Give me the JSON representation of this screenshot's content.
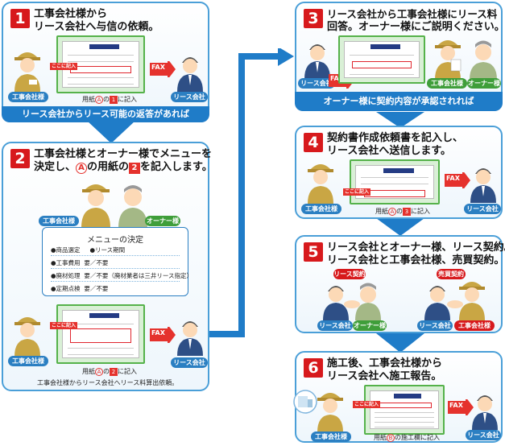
{
  "steps": [
    {
      "number": "1",
      "title_line1": "工事会社様から",
      "title_line2": "リース会社へ与信の依頼。"
    },
    {
      "number": "2",
      "title_line1": "工事会社様とオーナー様でメニューを",
      "title_line2": "決定し、",
      "title_line2_circle": "A",
      "title_line2_mid": "の用紙の",
      "title_line2_box": "2",
      "title_line2_end": "を記入します。"
    },
    {
      "number": "3",
      "title_line1": "リース会社から工事会社様にリース料",
      "title_line2": "回答。オーナー様にご説明ください。"
    },
    {
      "number": "4",
      "title_line1": "契約書作成依頼書を記入し、",
      "title_line2": "リース会社へ送信します。"
    },
    {
      "number": "5",
      "title_line1": "リース会社とオーナー様、リース契約。",
      "title_line2": "リース会社と工事会社様、売買契約。"
    },
    {
      "number": "6",
      "title_line1": "施工後、工事会社様から",
      "title_line2": "リース会社へ施工報告。"
    }
  ],
  "bands": {
    "step1": "リース会社からリース可能の返答があれば",
    "step3": "オーナー様に契約内容が承認されれば"
  },
  "labels": {
    "contractor": "工事会社様",
    "lease_company": "リース会社",
    "owner": "オーナー様",
    "fax": "FAX",
    "write_here": "ここに記入",
    "lease_contract": "リース契約",
    "sales_contract": "売買契約"
  },
  "captions": {
    "step1": {
      "pre": "用紙",
      "circle": "A",
      "mid": "の",
      "box": "1",
      "post": "に記入"
    },
    "step2": {
      "pre": "用紙",
      "circle": "A",
      "mid": "の",
      "box": "2",
      "post": "に記入"
    },
    "step2_note": "工事会社様からリース会社へリース料算出依頼。",
    "step4": {
      "pre": "用紙",
      "circle": "A",
      "mid": "の",
      "box": "3",
      "post": "に記入"
    },
    "step6": {
      "pre": "用紙",
      "circle": "B",
      "mid": "の",
      "box": "",
      "post": "施工欄に記入"
    }
  },
  "menu": {
    "title": "メニューの決定",
    "rows": [
      {
        "a": "●商品選定",
        "b": "●リース期間",
        "c": ""
      },
      {
        "a": "●工事費用",
        "b": "要",
        "c": "不要"
      },
      {
        "a": "●廃材処理",
        "b": "要",
        "c": "不要（廃材業者は三井リース指定）"
      },
      {
        "a": "●定期点検",
        "b": "要",
        "c": "不要"
      }
    ]
  },
  "colors": {
    "frame": "#4a9fd8",
    "band": "#1f7cc8",
    "accent": "#d7191c",
    "arrow": "#1f7cc8",
    "doc_green": "#55b24a"
  }
}
